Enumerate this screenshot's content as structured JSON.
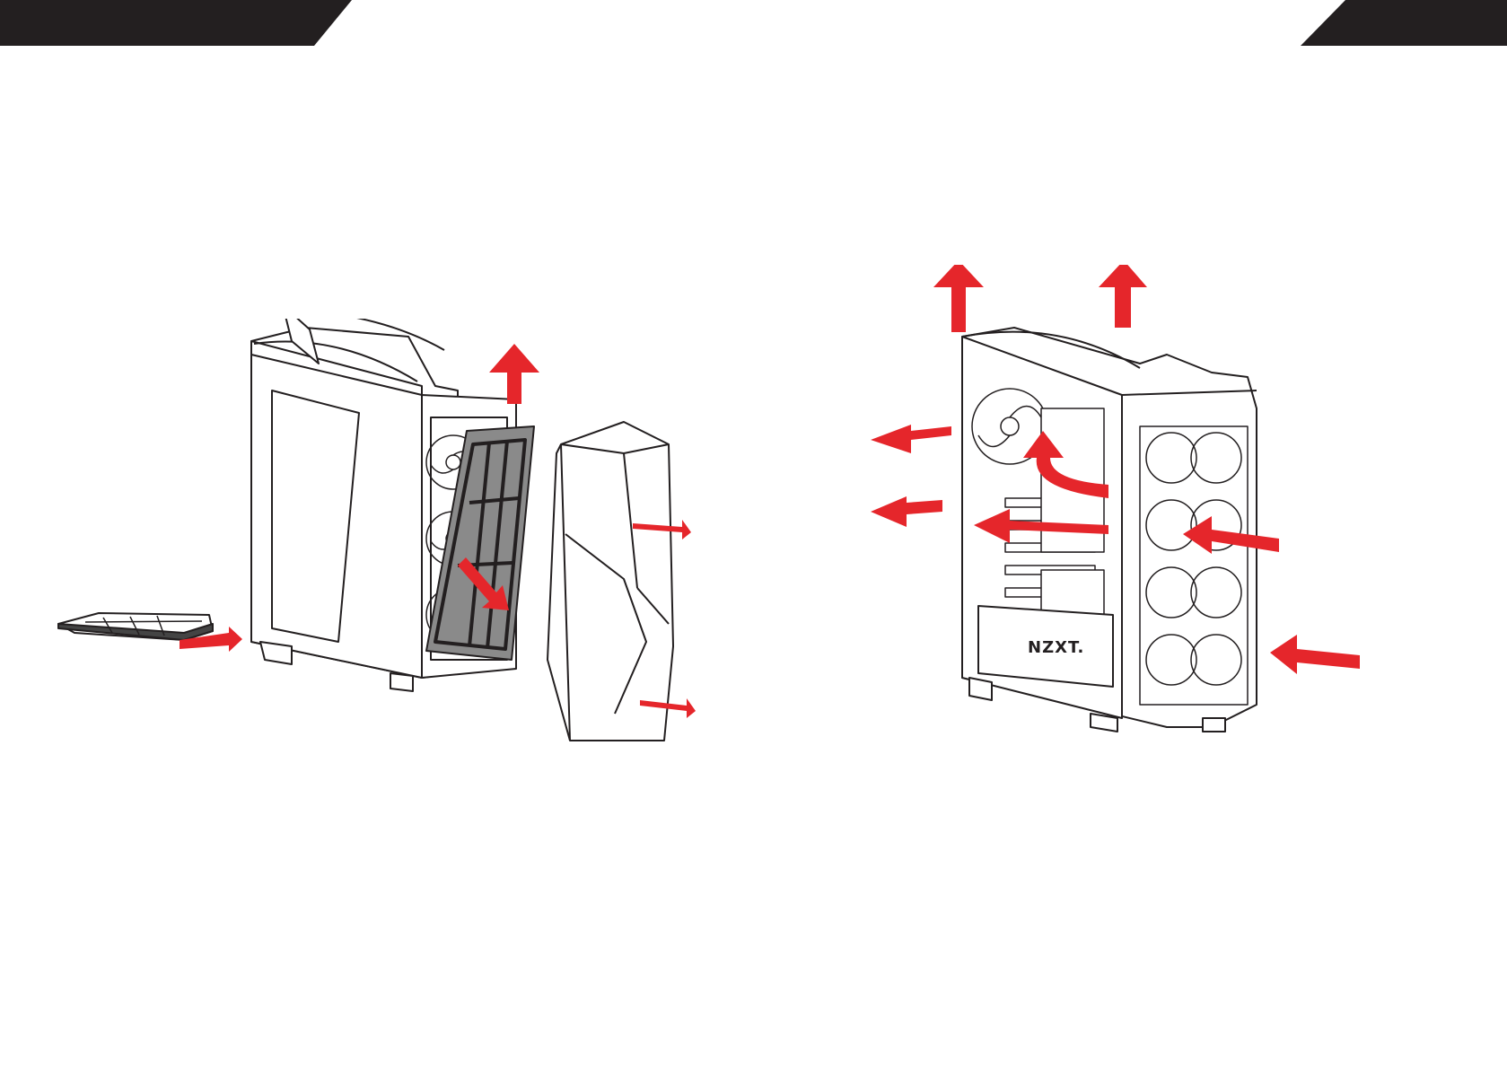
{
  "colors": {
    "tab": "#231f20",
    "arrow": "#e5262b",
    "line": "#231f20",
    "fill_light": "#ffffff",
    "fill_gray": "#888888"
  },
  "case_badge": {
    "brand": "NZXT."
  },
  "figures": [
    {
      "name": "front-panel-removal-diagram",
      "arrows": [
        "up",
        "pull-out",
        "insert",
        "pull-top",
        "pull-bottom"
      ]
    },
    {
      "name": "airflow-diagram",
      "arrows": [
        "exhaust-top-left",
        "exhaust-top-right",
        "exhaust-rear-upper",
        "exhaust-rear-lower",
        "internal-up",
        "internal-across",
        "intake-front-upper",
        "intake-front-lower"
      ]
    }
  ]
}
